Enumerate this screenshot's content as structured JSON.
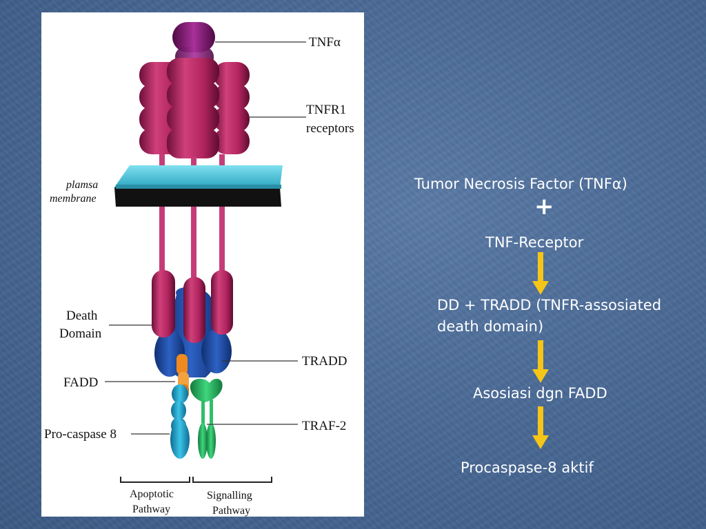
{
  "diagram": {
    "labels": {
      "tnfa": "TNFα",
      "tnfr1_line1": "TNFR1",
      "tnfr1_line2": "receptors",
      "membrane_line1": "plamsa",
      "membrane_line2": "membrane",
      "death_domain_line1": "Death",
      "death_domain_line2": "Domain",
      "tradd": "TRADD",
      "fadd": "FADD",
      "procaspase": "Pro-caspase 8",
      "traf2": "TRAF-2",
      "apoptotic_line1": "Apoptotic",
      "apoptotic_line2": "Pathway",
      "signalling_line1": "Signalling",
      "signalling_line2": "Pathway"
    },
    "colors": {
      "receptor": "#b0245e",
      "tnf": "#7a1466",
      "membrane": "#4cc6dc",
      "tradd": "#1f4fa8",
      "fadd": "#f08a1e",
      "procaspase": "#1ea0c8",
      "traf2": "#2fbf6a"
    }
  },
  "flow": {
    "step1": "Tumor Necrosis Factor (TNFα)",
    "plus": "+",
    "step2": "TNF-Receptor",
    "step3_line1": "DD + TRADD (TNFR-assosiated",
    "step3_line2": "death domain)",
    "step4": "Asosiasi dgn FADD",
    "step5": "Procaspase-8 aktif",
    "arrow_color": "#f5c518"
  }
}
